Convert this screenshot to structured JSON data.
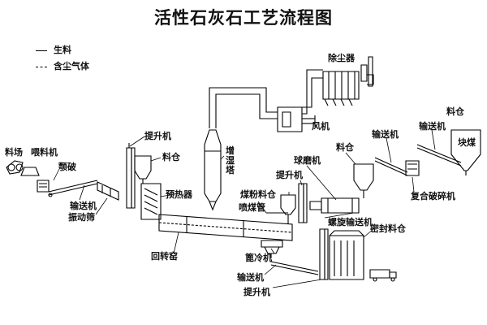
{
  "title": "活性石灰石工艺流程图",
  "legend": {
    "raw_material": "生料",
    "dusty_gas": "含尘气体"
  },
  "labels": {
    "dust_collector": "除尘器",
    "fan": "风机",
    "material_bin_top": "料仓",
    "lump_coal": "块煤",
    "conveyor_1": "输送机",
    "conveyor_2": "输送机",
    "compound_crusher": "复合破碎机",
    "bucket_elevator_1": "提升机",
    "material_bin_1": "料仓",
    "humidifier_tower": "增湿塔",
    "preheater": "预热器",
    "ball_mill": "球磨机",
    "material_bin_2": "料仓",
    "bucket_elevator_2": "提升机",
    "coal_powder_bin": "煤粉料仓",
    "coal_injector": "喷煤管",
    "screw_conveyor": "螺旋输送机",
    "sealed_silo": "密封料仓",
    "rotary_kiln": "回转窑",
    "cooler": "篦冷机",
    "conveyor_3": "输送机",
    "bucket_elevator_3": "提升机",
    "loader": "料场",
    "feeder": "喂料机",
    "crusher": "颚破",
    "conveyor_4": "输送机",
    "vibrating_screen": "振动筛"
  }
}
